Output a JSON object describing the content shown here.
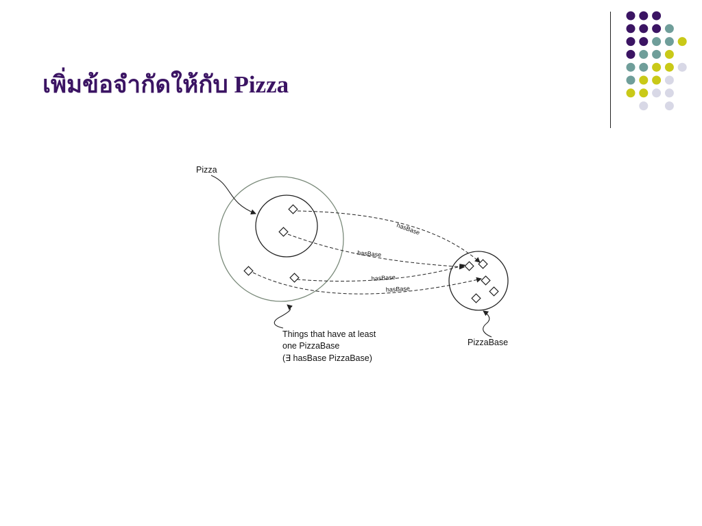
{
  "slide": {
    "title": "เพิ่มข้อจำกัดให้กับ Pizza"
  },
  "decoration": {
    "palette": {
      "purple": "#3b1463",
      "teal": "#6f9e9a",
      "lime": "#c9c918",
      "lavender": "#d8d8e6"
    },
    "rows": [
      [
        "purple",
        "purple",
        "purple",
        "none",
        "none"
      ],
      [
        "purple",
        "purple",
        "purple",
        "teal",
        "none"
      ],
      [
        "purple",
        "purple",
        "teal",
        "teal",
        "lime"
      ],
      [
        "purple",
        "teal",
        "teal",
        "lime",
        "none"
      ],
      [
        "teal",
        "teal",
        "lime",
        "lime",
        "lavender"
      ],
      [
        "teal",
        "lime",
        "lime",
        "lavender",
        "none"
      ],
      [
        "lime",
        "lime",
        "lavender",
        "lavender",
        "none"
      ],
      [
        "none",
        "lavender",
        "none",
        "lavender",
        "none"
      ]
    ]
  },
  "diagram": {
    "label_pizza": "Pizza",
    "label_restriction": [
      "Things that have at least",
      "one PizzaBase",
      "(∃ hasBase PizzaBase)"
    ],
    "label_pizzabase": "PizzaBase",
    "edge_label": "hasBase",
    "colors": {
      "outer_circle": "#7a8a7a",
      "line": "#222222"
    }
  }
}
